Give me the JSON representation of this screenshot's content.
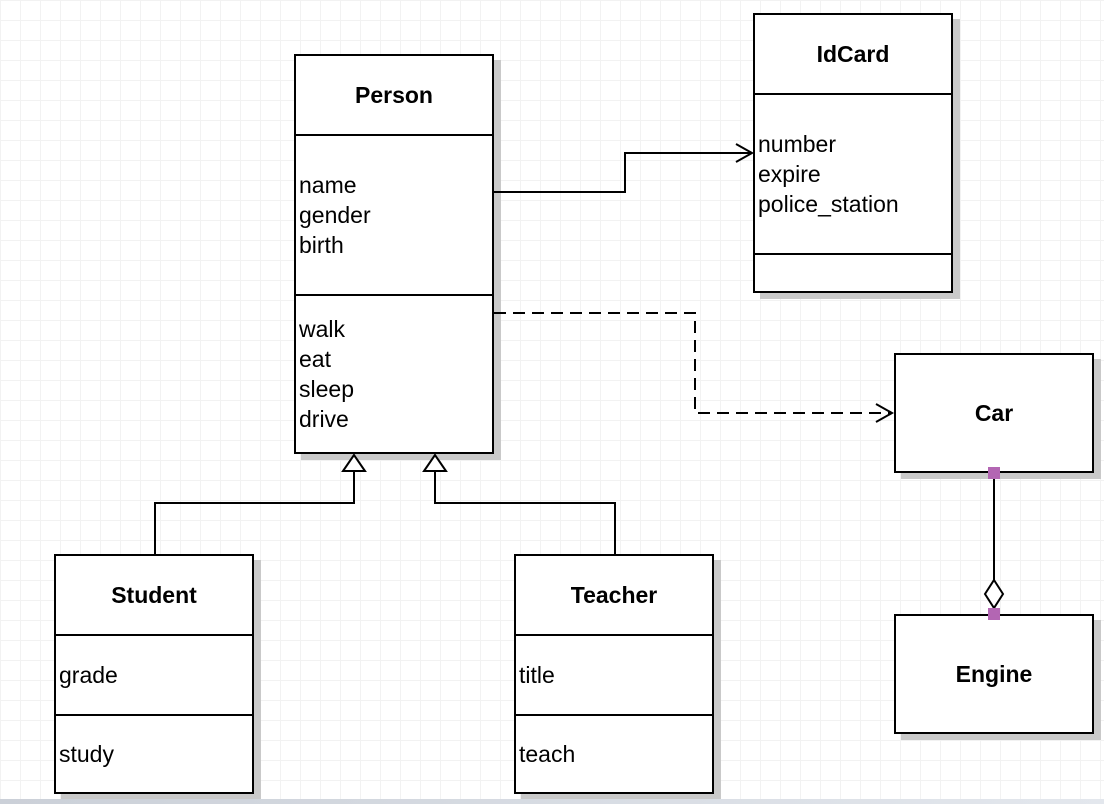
{
  "diagram_type": "uml-class-diagram",
  "classes": {
    "person": {
      "name": "Person",
      "attributes": [
        "name",
        "gender",
        "birth"
      ],
      "methods": [
        "walk",
        "eat",
        "sleep",
        "drive"
      ]
    },
    "idcard": {
      "name": "IdCard",
      "attributes": [
        "number",
        "expire",
        "police_station"
      ],
      "methods": []
    },
    "car": {
      "name": "Car",
      "attributes": [],
      "methods": []
    },
    "engine": {
      "name": "Engine",
      "attributes": [],
      "methods": []
    },
    "student": {
      "name": "Student",
      "attributes": [
        "grade"
      ],
      "methods": [
        "study"
      ]
    },
    "teacher": {
      "name": "Teacher",
      "attributes": [
        "title"
      ],
      "methods": [
        "teach"
      ]
    }
  },
  "relationships": [
    {
      "from": "Person",
      "to": "IdCard",
      "type": "association",
      "line": "solid",
      "arrowhead": "open"
    },
    {
      "from": "Person",
      "to": "Car",
      "type": "dependency",
      "line": "dashed",
      "arrowhead": "open"
    },
    {
      "from": "Student",
      "to": "Person",
      "type": "generalization",
      "line": "solid",
      "arrowhead": "hollow-triangle"
    },
    {
      "from": "Teacher",
      "to": "Person",
      "type": "generalization",
      "line": "solid",
      "arrowhead": "hollow-triangle"
    },
    {
      "from": "Car",
      "to": "Engine",
      "type": "aggregation",
      "line": "solid",
      "marker": "hollow-diamond"
    }
  ],
  "colors": {
    "shape_fill": "#ffffff",
    "shape_stroke": "#000000",
    "shadow": "#c9c9c9",
    "grid_line": "#f2f2f2",
    "endpoint_handle": "#b366b3",
    "canvas_bottom_edge": "#cfd4dc"
  }
}
